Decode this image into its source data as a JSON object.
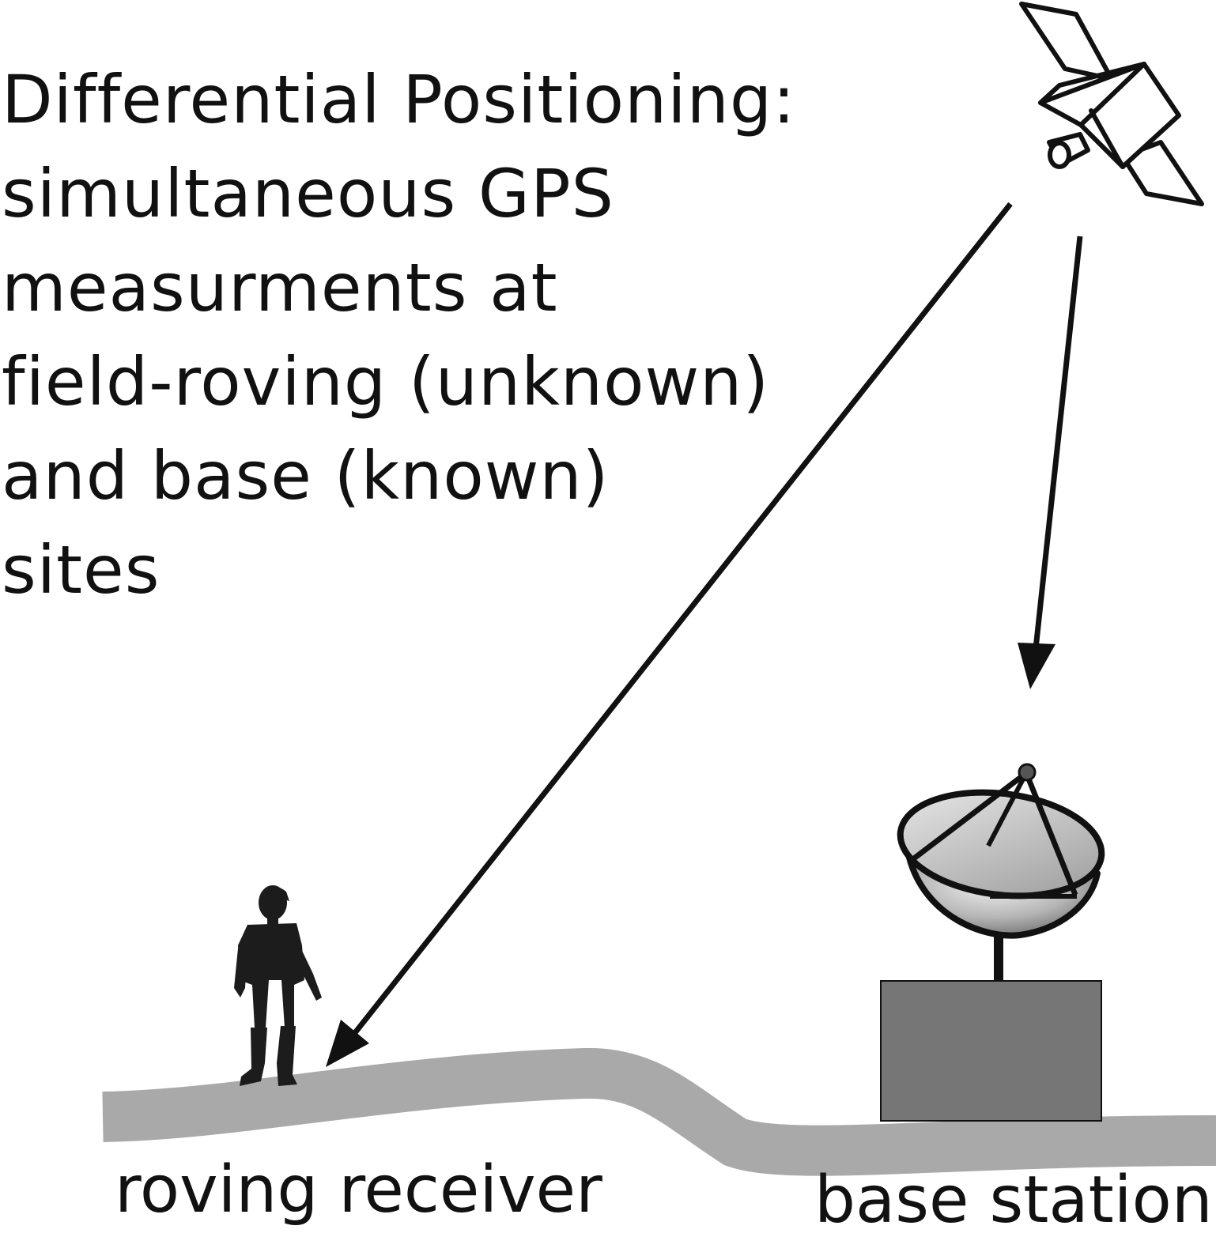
{
  "description": {
    "lines": [
      "Differential Positioning:",
      "simultaneous GPS",
      "measurments at",
      "field-roving (unknown)",
      "and base (known)",
      "sites"
    ]
  },
  "labels": {
    "rover": "roving receiver",
    "base": "base station"
  },
  "icons": {
    "satellite": "satellite-icon",
    "person": "person-silhouette-icon",
    "dish": "satellite-dish-icon"
  },
  "colors": {
    "ink": "#111111",
    "ground": "#a9a9a9",
    "building": "#767676"
  }
}
